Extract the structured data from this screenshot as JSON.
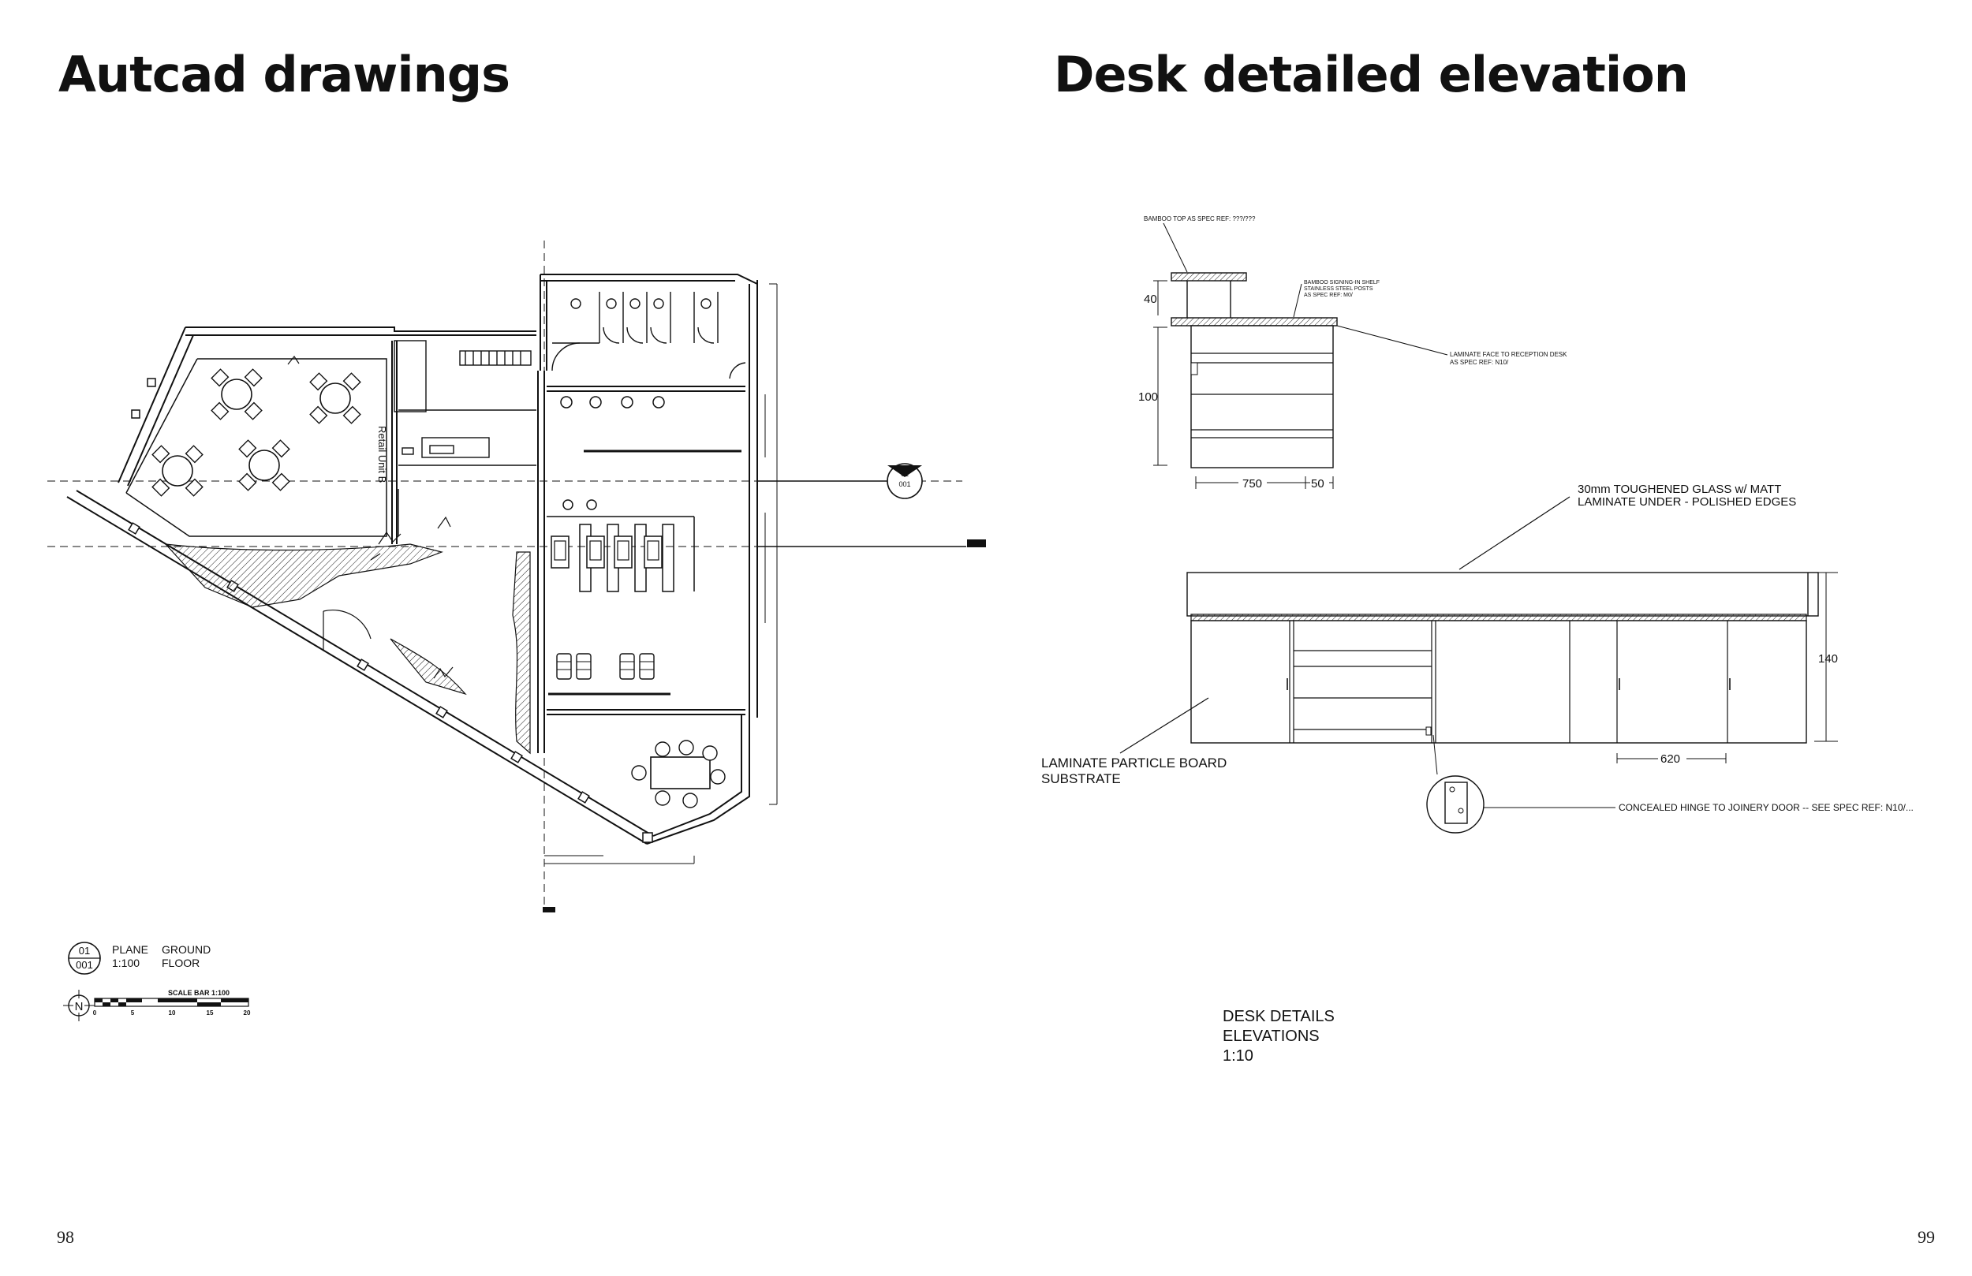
{
  "left_page": {
    "title": "Autcad drawings",
    "page_number": "98",
    "plan": {
      "room_label": "Retail Unit B",
      "section_marker": {
        "top": "01",
        "bottom": "001"
      },
      "legend": {
        "marker_top": "01",
        "marker_bottom": "001",
        "line1_a": "PLANE",
        "line1_b": "GROUND",
        "line2_a": "1:100",
        "line2_b": "FLOOR"
      },
      "north": "N",
      "scale_bar": {
        "title": "SCALE BAR 1:100",
        "ticks": [
          "0",
          "5",
          "10",
          "15",
          "20"
        ]
      }
    }
  },
  "right_page": {
    "title": "Desk detailed elevation",
    "page_number": "99",
    "section": {
      "top_note": "BAMBOO TOP AS SPEC REF: ???/???",
      "shelf_note_1": "BAMBOO SIGNING-IN SHELF",
      "shelf_note_2": "STAINLESS STEEL POSTS",
      "shelf_note_3": "AS SPEC REF: M0/",
      "laminate_note_1": "LAMINATE FACE TO RECEPTION DESK",
      "laminate_note_2": "AS SPEC REF: N10/",
      "dim_40": "40",
      "dim_100": "100",
      "dim_750": "750",
      "dim_50": "50"
    },
    "elevation": {
      "glass_note_1": "30mm TOUGHENED GLASS w/ MATT",
      "glass_note_2": "LAMINATE UNDER - POLISHED EDGES",
      "dim_140": "140",
      "dim_620": "620",
      "substrate_1": "LAMINATE PARTICLE BOARD",
      "substrate_2": "SUBSTRATE",
      "hinge_note": "CONCEALED HINGE TO JOINERY DOOR -- SEE SPEC REF: N10/..."
    },
    "caption": {
      "line1": "DESK DETAILS",
      "line2": "ELEVATIONS",
      "line3": "1:10"
    }
  }
}
